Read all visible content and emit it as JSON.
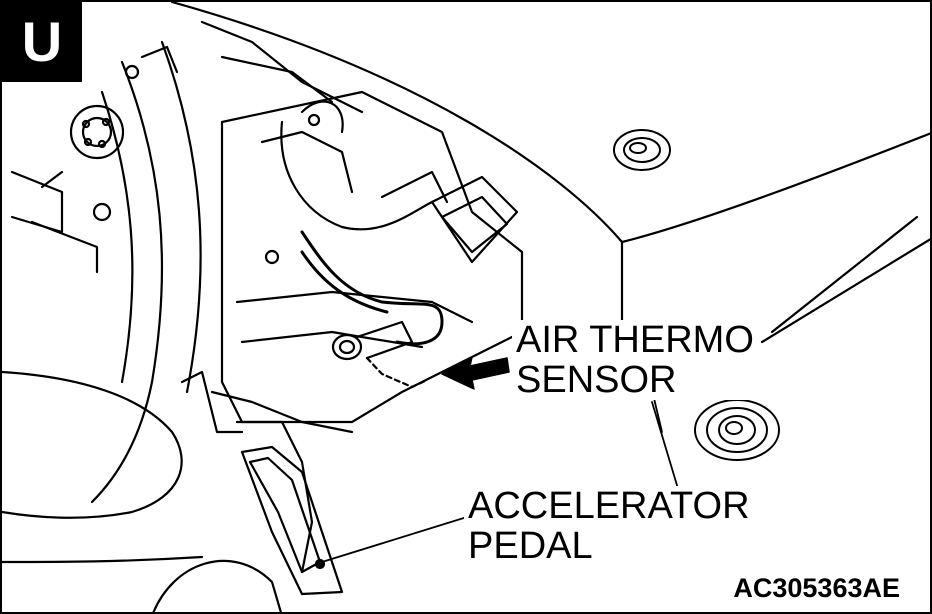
{
  "view_badge": "U",
  "labels": {
    "sensor": {
      "line1": "AIR THERMO",
      "line2": "SENSOR"
    },
    "pedal": {
      "line1": "ACCELERATOR",
      "line2": "PEDAL"
    }
  },
  "figure_code": "AC305363AE",
  "colors": {
    "ink": "#000000",
    "paper": "#ffffff"
  }
}
